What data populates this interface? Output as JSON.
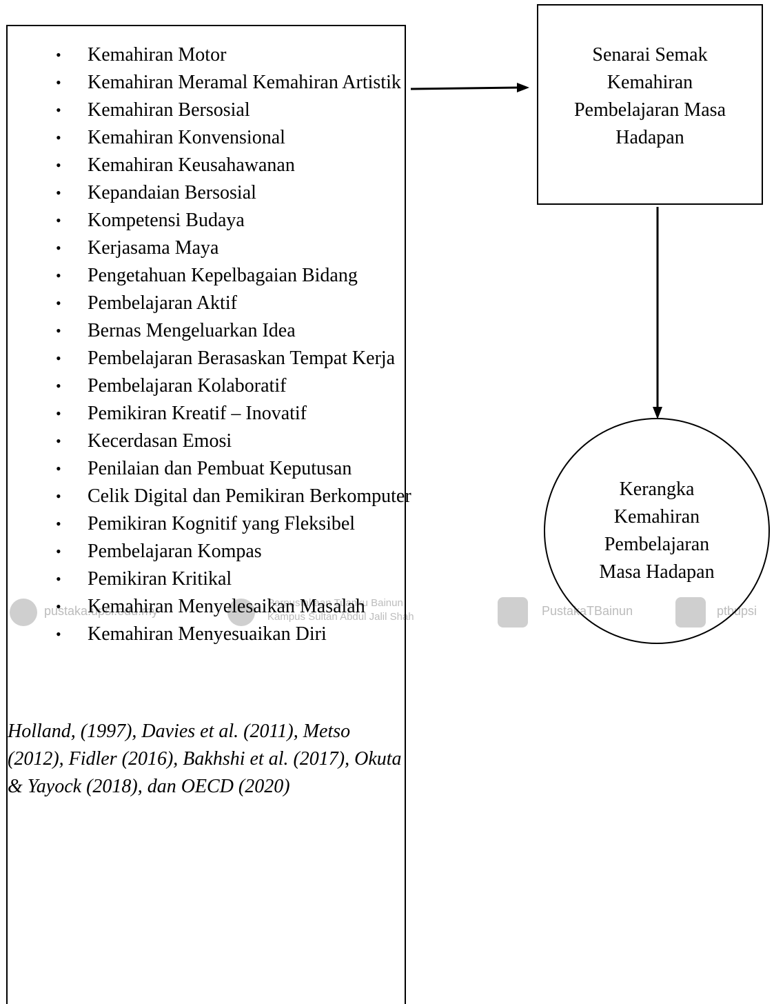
{
  "skills_list": [
    "Kemahiran Motor",
    "Kemahiran Meramal  Kemahiran Artistik",
    "Kemahiran Bersosial",
    "Kemahiran Konvensional",
    "Kemahiran Keusahawanan",
    "Kepandaian Bersosial",
    "Kompetensi Budaya",
    "Kerjasama Maya",
    "Pengetahuan Kepelbagaian Bidang",
    "Pembelajaran Aktif",
    "Bernas Mengeluarkan Idea",
    "Pembelajaran Berasaskan Tempat Kerja",
    "Pembelajaran Kolaboratif",
    "Pemikiran Kreatif – Inovatif",
    "Kecerdasan Emosi",
    "Penilaian dan Pembuat Keputusan",
    "Celik Digital dan Pemikiran Berkomputer",
    "Pemikiran Kognitif yang Fleksibel",
    "Pembelajaran Kompas",
    "Pemikiran Kritikal",
    "Kemahiran Menyelesaikan Masalah",
    "Kemahiran Menyesuaikan Diri"
  ],
  "bullet_char": "•",
  "citation": "Holland, (1997), Davies et al. (2011), Metso (2012), Fidler (2016), Bakhshi et al. (2017), Okuta & Yayock (2018), dan OECD (2020)",
  "checklist_box": "Senarai Semak Kemahiran Pembelajaran Masa Hadapan",
  "framework_circle": "Kerangka Kemahiran Pembelajaran Masa Hadapan",
  "watermark": {
    "site": "pustaka.upsi.edu.my",
    "library_line1": "Perpustakaan Tuanku Bainun",
    "library_line2": "Kampus Sultan Abdul Jalil Shah",
    "twitter": "PustakaTBainun",
    "instagram": "ptbupsi"
  }
}
